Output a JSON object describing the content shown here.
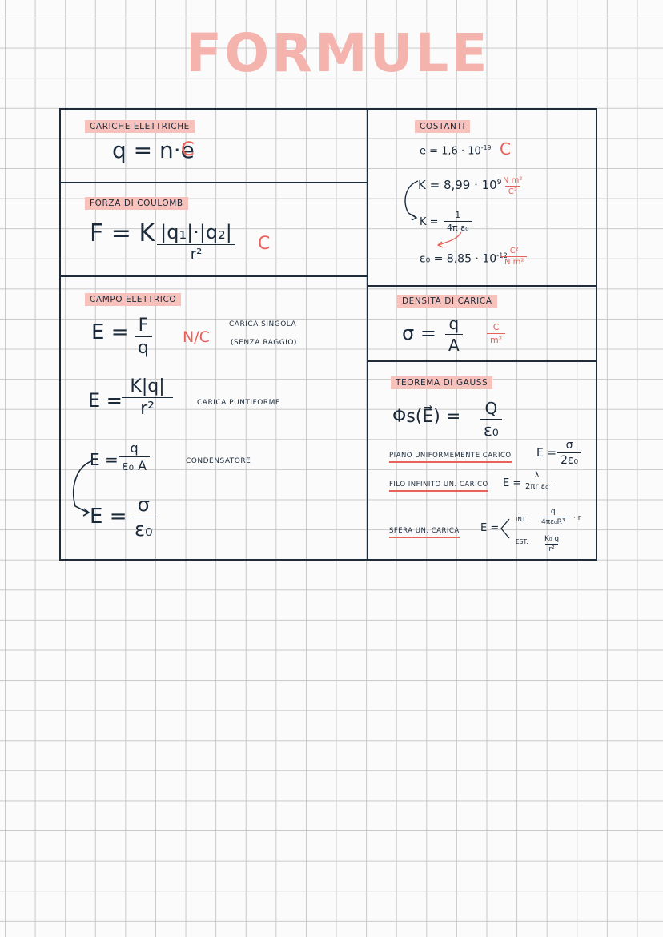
{
  "title": "FORMULE",
  "colors": {
    "accent": "#f5b3ad",
    "highlight": "#f8c2bc",
    "ink": "#1b2a3a",
    "red": "#e8615a",
    "grid": "#c9c9c9"
  },
  "cariche": {
    "heading": "CARICHE ELETTRICHE",
    "formula": "q = n·e",
    "unit": "C"
  },
  "coulomb": {
    "heading": "FORZA DI COULOMB",
    "lhs": "F = K",
    "num": "|q₁|·|q₂|",
    "den": "r²",
    "unit": "C"
  },
  "campo": {
    "heading": "CAMPO ELETTRICO",
    "f1": {
      "lhs": "E =",
      "num": "F",
      "den": "q",
      "unit": "N/C",
      "note1": "CARICA SINGOLA",
      "note2": "(SENZA RAGGIO)"
    },
    "f2": {
      "lhs": "E =",
      "num": "K|q|",
      "den": "r²",
      "note": "CARICA PUNTIFORME"
    },
    "f3": {
      "lhs": "E =",
      "num": "q",
      "den": "ε₀ A",
      "note": "CONDENSATORE"
    },
    "f4": {
      "lhs": "E =",
      "num": "σ",
      "den": "ε₀"
    }
  },
  "costanti": {
    "heading": "COSTANTI",
    "e": "e = 1,6 · 10",
    "e_exp": "-19",
    "e_unit": "C",
    "k": "K = 8,99 · 10",
    "k_exp": "9",
    "k_unit_num": "N m²",
    "k_unit_den": "C²",
    "k2_lhs": "K =",
    "k2_num": "1",
    "k2_den": "4π ε₀",
    "eps": "ε₀ = 8,85 · 10",
    "eps_exp": "-12",
    "eps_unit_num": "C²",
    "eps_unit_den": "N m²"
  },
  "densita": {
    "heading": "DENSITÁ DI CARICA",
    "lhs": "σ =",
    "num": "q",
    "den": "A",
    "unit_num": "C",
    "unit_den": "m²"
  },
  "gauss": {
    "heading": "TEOREMA DI GAUSS",
    "lhs": "Φs(E⃗) =",
    "num": "Q",
    "den": "ε₀",
    "piano_label": "PIANO UNIFORMEMENTE CARICO",
    "piano_lhs": "E =",
    "piano_num": "σ",
    "piano_den": "2ε₀",
    "filo_label": "FILO INFINITO UN. CARICO",
    "filo_lhs": "E =",
    "filo_num": "λ",
    "filo_den": "2πr ε₀",
    "sfera_label": "SFERA UN. CARICA",
    "sfera_lhs": "E =",
    "int_label": "INT.",
    "int_num": "q",
    "int_den": "4πε₀R³",
    "int_tail": "· r",
    "est_label": "EST.",
    "est_num": "K₀ q",
    "est_den": "r²"
  }
}
